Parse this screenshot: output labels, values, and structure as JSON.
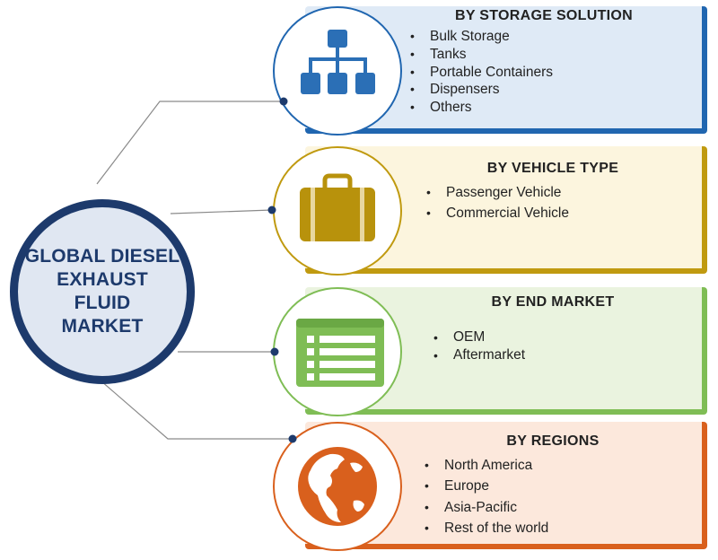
{
  "center": {
    "title_lines": [
      "GLOBAL DIESEL",
      "EXHAUST",
      "FLUID",
      "MARKET"
    ]
  },
  "segments": [
    {
      "heading": "BY STORAGE SOLUTION",
      "items": [
        "Bulk Storage",
        "Tanks",
        "Portable Containers",
        "Dispensers",
        "Others"
      ],
      "icon": "hierarchy-icon",
      "accent": "#1f6fb5",
      "panel_color": "#dce8f5"
    },
    {
      "heading": "BY VEHICLE TYPE",
      "items": [
        "Passenger Vehicle",
        "Commercial Vehicle"
      ],
      "icon": "briefcase-icon",
      "accent": "#b8920c",
      "panel_color": "#fbf4dd"
    },
    {
      "heading": "BY END MARKET",
      "items": [
        "OEM",
        "Aftermarket"
      ],
      "icon": "list-board-icon",
      "accent": "#7fbd55",
      "panel_color": "#e8f2dd"
    },
    {
      "heading": "BY REGIONS",
      "items": [
        "North America",
        "Europe",
        "Asia-Pacific",
        "Rest of the world"
      ],
      "icon": "globe-icon",
      "accent": "#d9601d",
      "panel_color": "#fbe6da"
    }
  ]
}
